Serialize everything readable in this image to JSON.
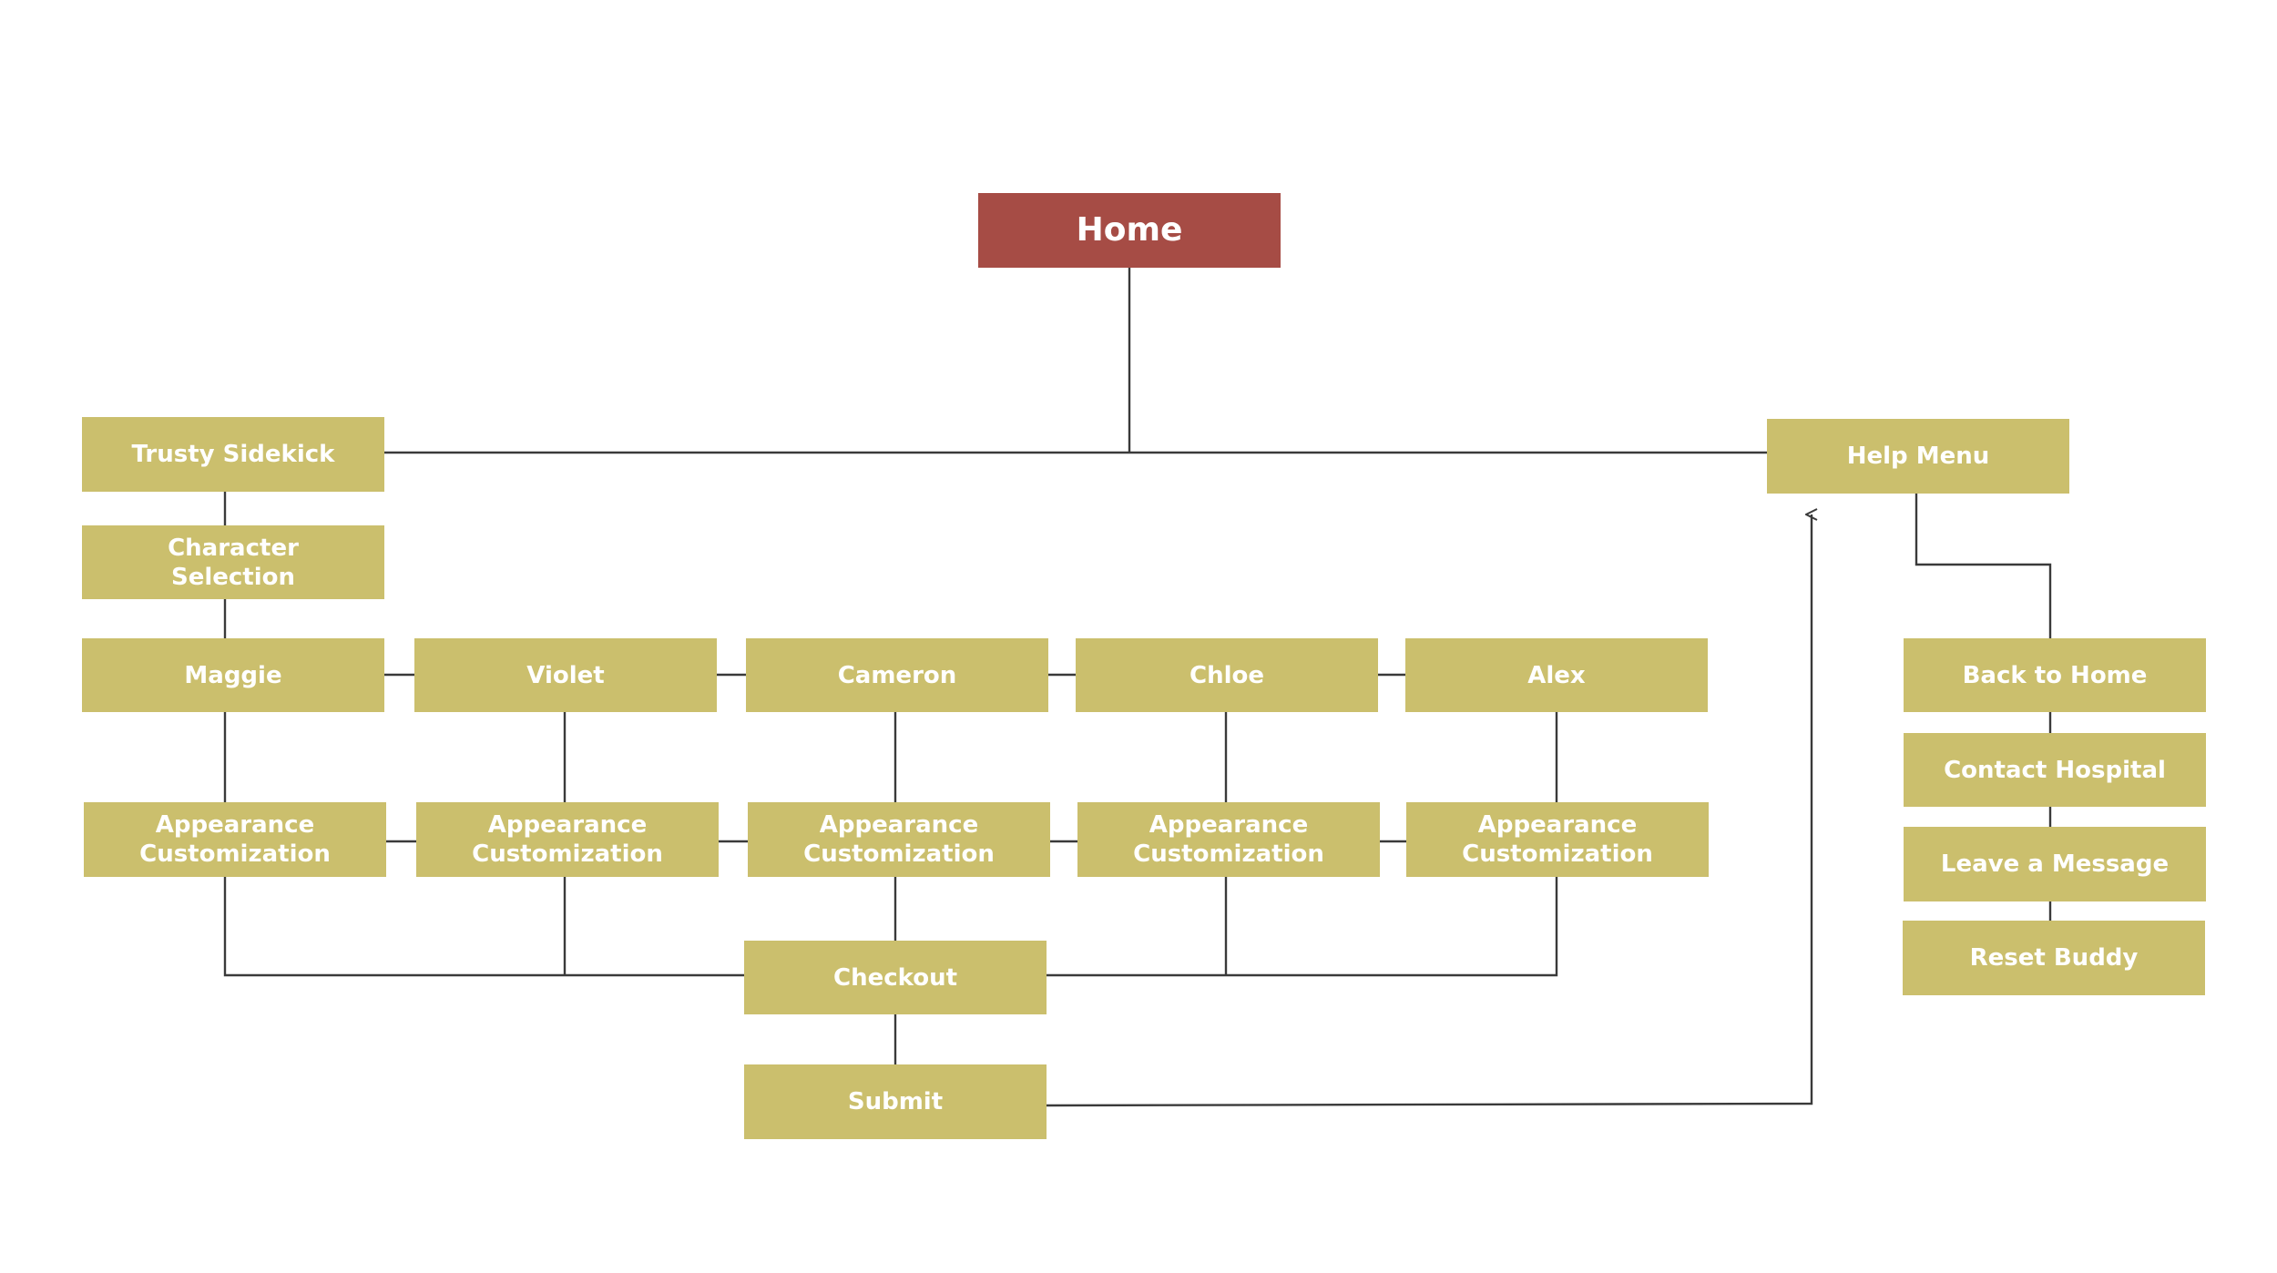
{
  "colors": {
    "node": "#cbbf6d",
    "root": "#a64c45",
    "line": "#3a3a3a",
    "text": "#ffffff"
  },
  "nodes": {
    "home": "Home",
    "trusty_sidekick": "Trusty Sidekick",
    "help_menu": "Help Menu",
    "character_selection": [
      "Character",
      "Selection"
    ],
    "characters": [
      "Maggie",
      "Violet",
      "Cameron",
      "Chloe",
      "Alex"
    ],
    "appearance_customization": [
      "Appearance",
      "Customization"
    ],
    "checkout": "Checkout",
    "submit": "Submit",
    "help_items": [
      "Back to Home",
      "Contact Hospital",
      "Leave a Message",
      "Reset Buddy"
    ]
  }
}
